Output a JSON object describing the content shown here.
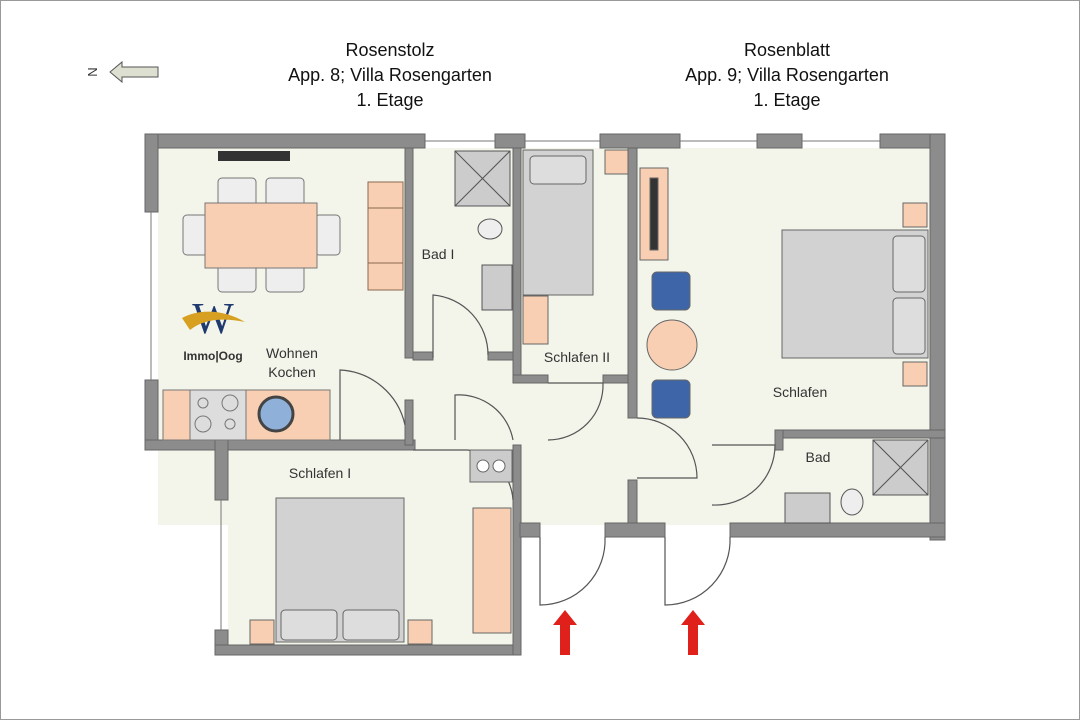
{
  "compass": {
    "label": "N",
    "icon": "north-arrow-icon"
  },
  "apartments": [
    {
      "name": "Rosenstolz",
      "unit": "App. 8; Villa Rosengarten",
      "floor": "1. Etage"
    },
    {
      "name": "Rosenblatt",
      "unit": "App. 9; Villa Rosengarten",
      "floor": "1. Etage"
    }
  ],
  "rooms": {
    "wohnen": "Wohnen",
    "kochen": "Kochen",
    "bad1": "Bad I",
    "schlafen2": "Schlafen II",
    "schlafen1": "Schlafen I",
    "schlafen": "Schlafen",
    "bad": "Bad"
  },
  "logo": {
    "text": "Immo|Oog",
    "letter": "W"
  },
  "colors": {
    "wall": "#8c8c8c",
    "floor": "#f3f5ea",
    "furniture": "#f8cfb2",
    "entry_arrow": "#e0201a"
  }
}
